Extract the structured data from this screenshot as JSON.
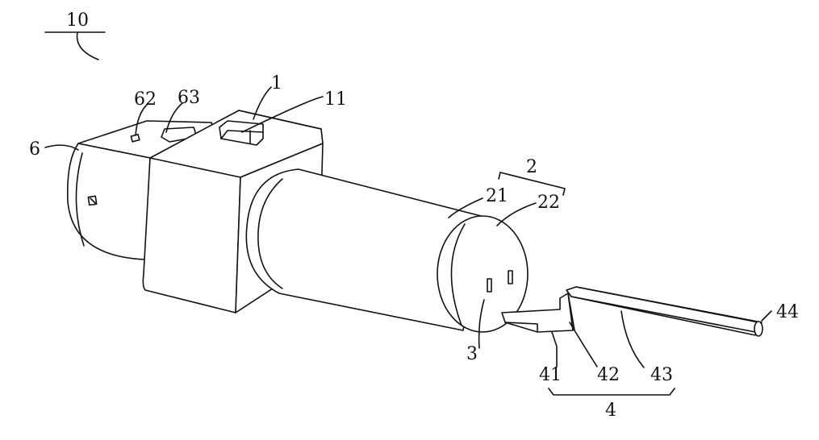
{
  "figure": {
    "labels": {
      "assembly": "10",
      "head": "1",
      "head_button": "11",
      "body": "2",
      "body_sleeve": "21",
      "body_end_cap": "22",
      "socket": "3",
      "probe": "4",
      "probe_segment_1": "41",
      "probe_segment_2": "42",
      "probe_segment_3": "43",
      "probe_tip": "44",
      "connector": "6",
      "connector_slot": "62",
      "connector_latch": "63"
    }
  }
}
